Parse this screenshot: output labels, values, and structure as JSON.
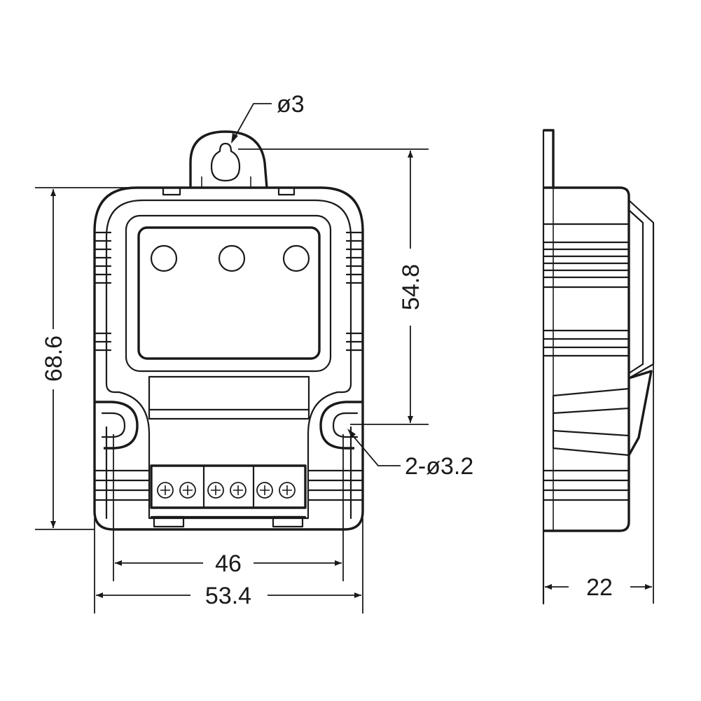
{
  "dimensions": {
    "height_total": "68.6",
    "hole_spacing_vertical": "54.8",
    "hole_spacing_horizontal": "46",
    "width_total": "53.4",
    "depth": "22"
  },
  "callouts": {
    "hanging_hole": "ø3",
    "mounting_holes": "2-ø3.2"
  }
}
